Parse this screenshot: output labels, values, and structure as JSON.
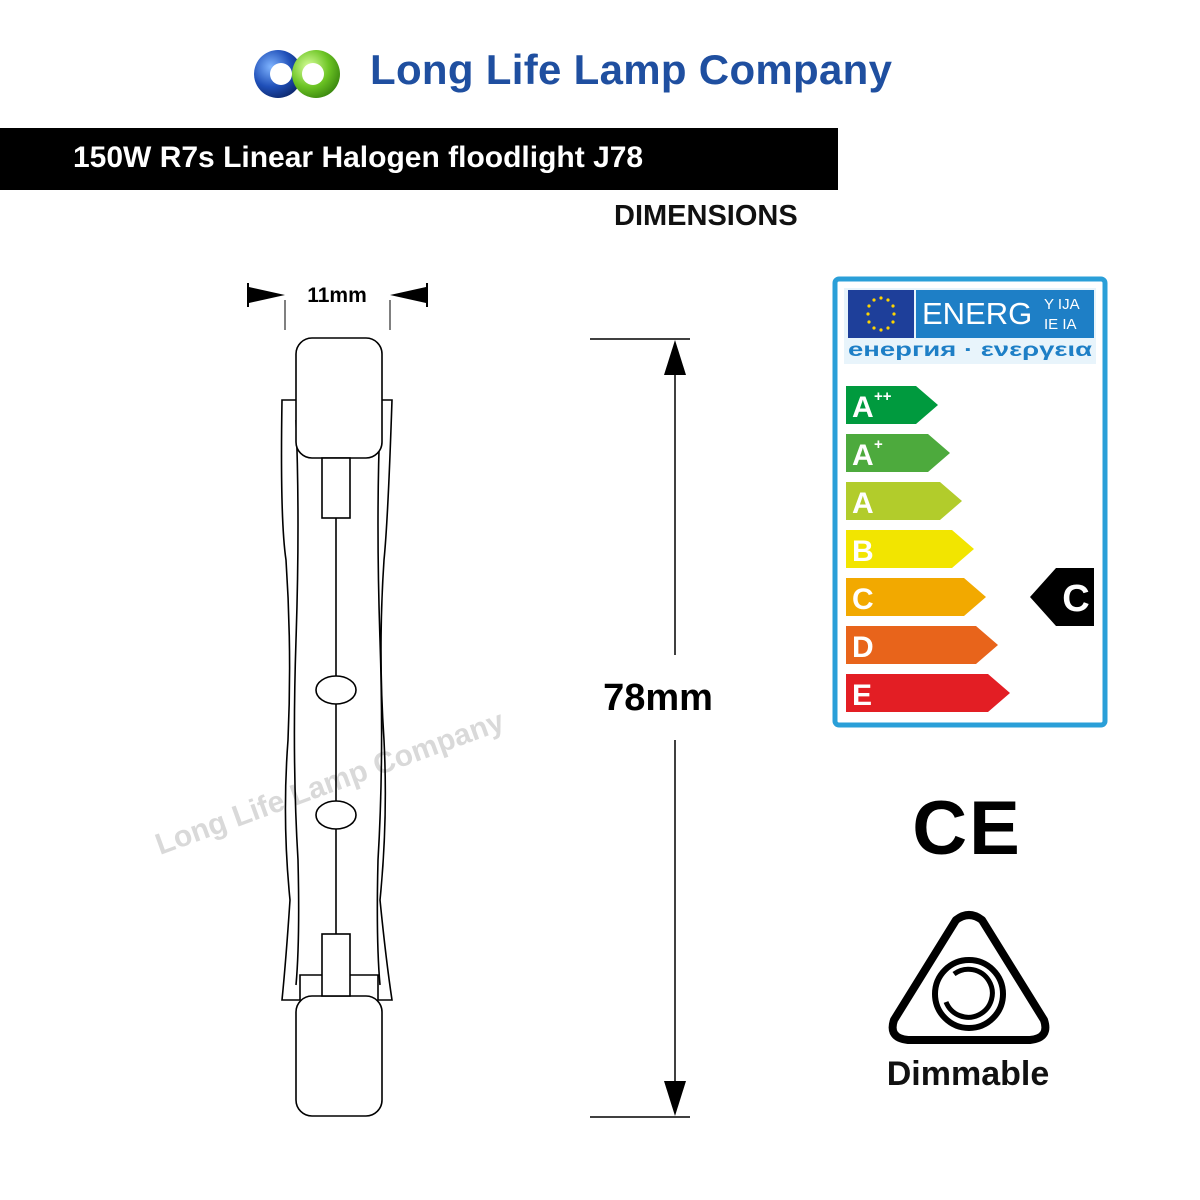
{
  "header": {
    "brand_name": "Long Life Lamp Company",
    "logo_icon": "two-ring-logo-icon",
    "colors": {
      "brand_blue": "#1f4fa0",
      "logo_green": "#7ccf2a"
    }
  },
  "product": {
    "title": "150W R7s Linear Halogen floodlight J78",
    "section_heading": "DIMENSIONS"
  },
  "diagram": {
    "width_label": "11mm",
    "length_label": "78mm",
    "watermark": "Long Life Lamp Company"
  },
  "energy_label": {
    "header_word": "ENERG",
    "suffix_top": "Y IJA",
    "suffix_bottom": "IE IA",
    "subtitle": "енергия · ενεργεια",
    "classes": [
      {
        "letter": "A",
        "sup": "++",
        "color": "#009a3e"
      },
      {
        "letter": "A",
        "sup": "+",
        "color": "#4daa3d"
      },
      {
        "letter": "A",
        "sup": "",
        "color": "#b2cc2b"
      },
      {
        "letter": "B",
        "sup": "",
        "color": "#f2e500"
      },
      {
        "letter": "C",
        "sup": "",
        "color": "#f2a900"
      },
      {
        "letter": "D",
        "sup": "",
        "color": "#e8641b"
      },
      {
        "letter": "E",
        "sup": "",
        "color": "#e31e24"
      }
    ],
    "rating": "C",
    "frame_color": "#2a9fd8"
  },
  "marks": {
    "ce": "CE",
    "dimmable": "Dimmable"
  }
}
